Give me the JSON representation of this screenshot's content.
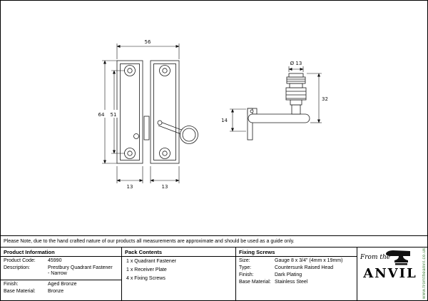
{
  "page": {
    "note": "Please Note, due to the hand crafted nature of our products all measurements are approximate and should be used as a guide only."
  },
  "drawing": {
    "front": {
      "width": "56",
      "height_outer": "64",
      "height_inner": "51",
      "left_plate_width": "13",
      "right_plate_width": "13"
    },
    "side": {
      "knob_diameter": "Ø 13",
      "overall_height": "32",
      "plate_height": "14"
    }
  },
  "product_information": {
    "header": "Product Information",
    "rows": [
      {
        "label": "Product Code:",
        "value": "45990"
      },
      {
        "label": "Description:",
        "value": "Prestbury Quadrant Fastener",
        "value2": "- Narrow"
      },
      {
        "label": "Finish:",
        "value": "Aged Bronze"
      },
      {
        "label": "Base Material:",
        "value": "Bronze"
      }
    ]
  },
  "pack_contents": {
    "header": "Pack Contents",
    "items": [
      "1 x Quadrant Fastener",
      "1 x Receiver Plate",
      "4 x Fixing Screws"
    ]
  },
  "fixing_screws": {
    "header": "Fixing Screws",
    "rows": [
      {
        "label": "Size:",
        "value": "Gauge 8 x 3/4\" (4mm x 19mm)"
      },
      {
        "label": "Type:",
        "value": "Countersunk Raised Head"
      },
      {
        "label": "Finish:",
        "value": "Dark Plating"
      },
      {
        "label": "Base Material:",
        "value": "Stainless Steel"
      }
    ]
  },
  "logo": {
    "script": "From the",
    "name": "ANVIL",
    "website": "www.fromtheanvil.co.uk",
    "website_color": "#3c7d36",
    "icon": "anvil-icon"
  }
}
